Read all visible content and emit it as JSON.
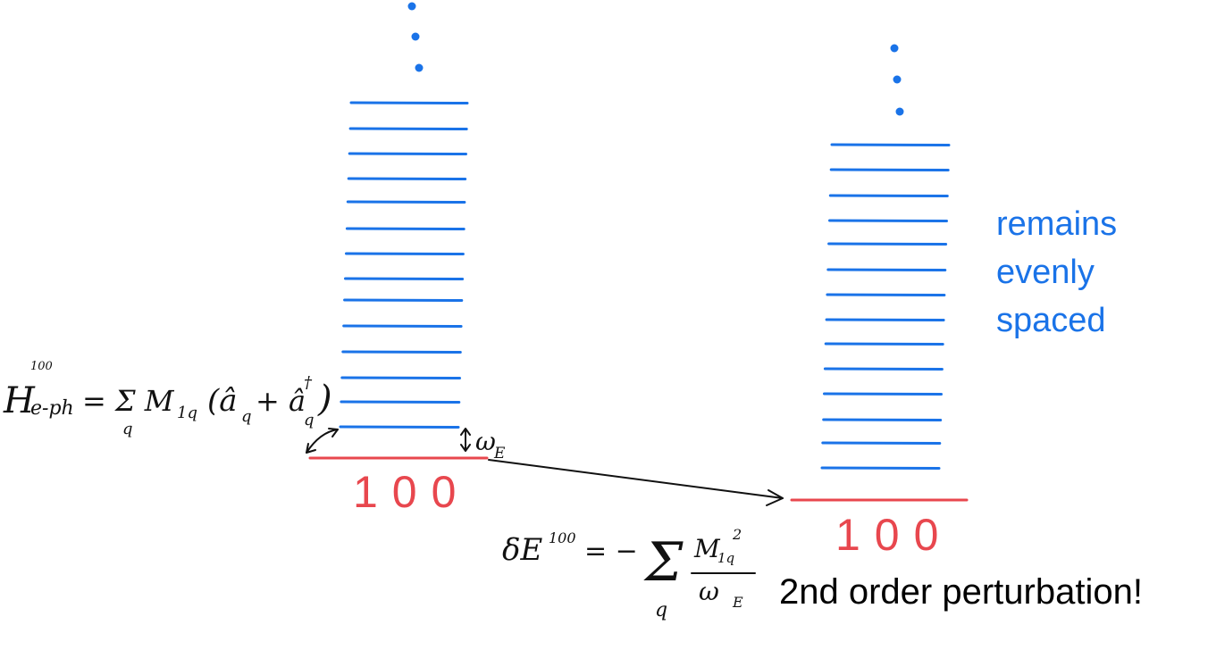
{
  "colors": {
    "levels": "#1a73e8",
    "ground": "#e8474e",
    "ink": "#111111",
    "note": "#1a73e8"
  },
  "left_ladder": {
    "ground_label": "100",
    "hamiltonian": {
      "symbol": "H",
      "subscript": "e-ph",
      "superscript": "100",
      "rhs": "= Σ M",
      "rhs_sub": "1q",
      "bracket_text": "(â",
      "op_sub": "q",
      "plus": "+ â",
      "dagger": "†",
      "op2_sub": "q",
      "close": ")",
      "sum_index": "q"
    },
    "spacing_label": {
      "symbol": "ω",
      "subscript": "E"
    }
  },
  "right_ladder": {
    "ground_label": "100",
    "note_lines": [
      "remains",
      "evenly",
      "spaced"
    ]
  },
  "energy_shift": {
    "lhs": "δE",
    "lhs_sup": "100",
    "eq": "= −",
    "sum": "Σ",
    "sum_index": "q",
    "numerator": "M",
    "numerator_sub": "1q",
    "numerator_sup": "2",
    "denominator": "ω",
    "denominator_sub": "E"
  },
  "caption": "2nd order perturbation!"
}
